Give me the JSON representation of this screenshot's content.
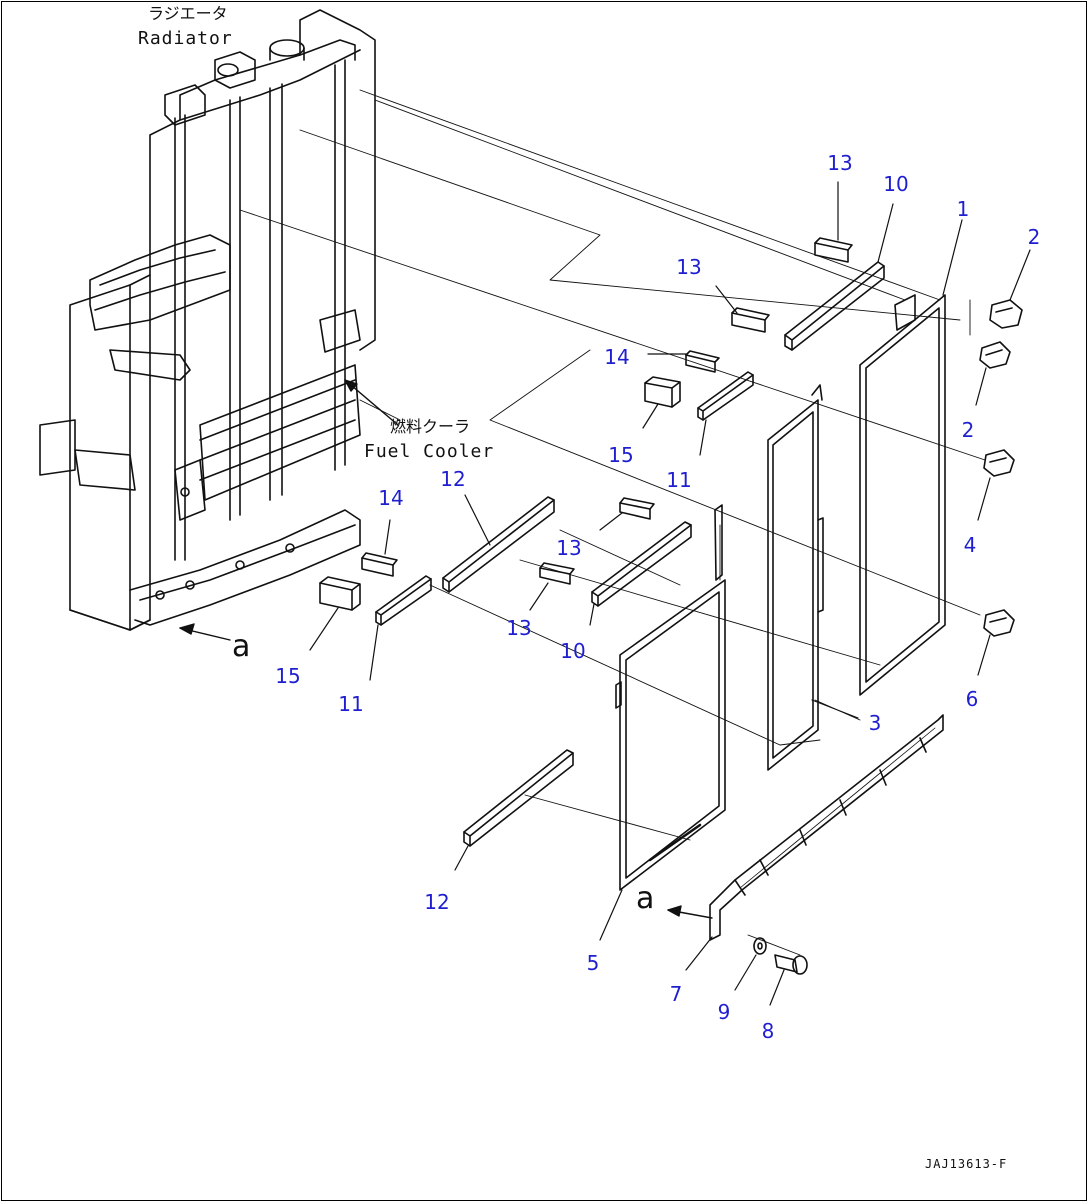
{
  "labels": {
    "radiator_jp": "ラジエータ",
    "radiator_en": "Radiator",
    "fuel_cooler_jp": "燃料クーラ",
    "fuel_cooler_en": "Fuel Cooler",
    "view_a_top": "a",
    "view_a_bottom": "a",
    "drawing_code": "JAJ13613-F"
  },
  "callouts": [
    {
      "id": "c13a",
      "text": "13"
    },
    {
      "id": "c10a",
      "text": "10"
    },
    {
      "id": "c1",
      "text": "1"
    },
    {
      "id": "c2a",
      "text": "2"
    },
    {
      "id": "c13b",
      "text": "13"
    },
    {
      "id": "c14a",
      "text": "14"
    },
    {
      "id": "c2b",
      "text": "2"
    },
    {
      "id": "c15a",
      "text": "15"
    },
    {
      "id": "c11a",
      "text": "11"
    },
    {
      "id": "c4",
      "text": "4"
    },
    {
      "id": "c14b",
      "text": "14"
    },
    {
      "id": "c12a",
      "text": "12"
    },
    {
      "id": "c13c",
      "text": "13"
    },
    {
      "id": "c13d",
      "text": "13"
    },
    {
      "id": "c10b",
      "text": "10"
    },
    {
      "id": "c15b",
      "text": "15"
    },
    {
      "id": "c11b",
      "text": "11"
    },
    {
      "id": "c6",
      "text": "6"
    },
    {
      "id": "c3",
      "text": "3"
    },
    {
      "id": "c12b",
      "text": "12"
    },
    {
      "id": "c5",
      "text": "5"
    },
    {
      "id": "c7",
      "text": "7"
    },
    {
      "id": "c9",
      "text": "9"
    },
    {
      "id": "c8",
      "text": "8"
    }
  ],
  "colors": {
    "callout": "#1f1fd0",
    "ink": "#111111"
  }
}
